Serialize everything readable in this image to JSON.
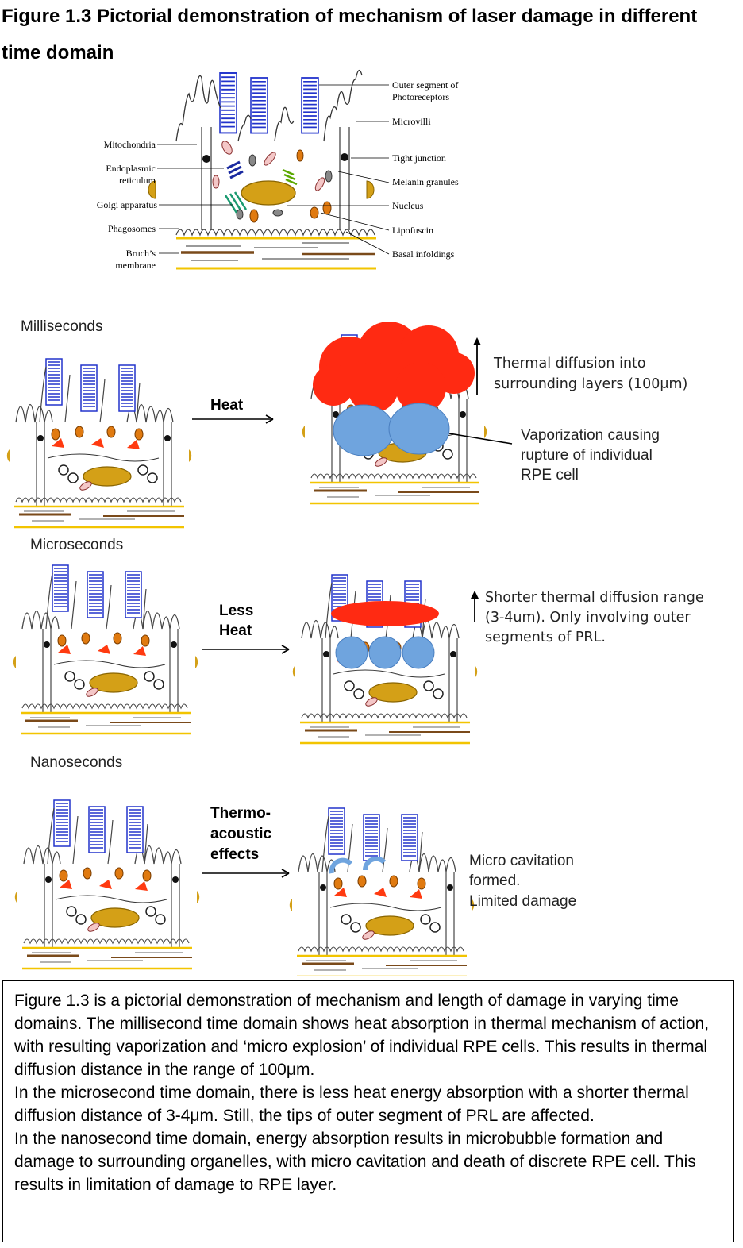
{
  "figure": {
    "title": "Figure 1.3 Pictorial demonstration of mechanism of laser damage in different time domain"
  },
  "anatomy_labels": {
    "left": {
      "mitochondria": "Mitochondria",
      "endoplasmic_1": "Endoplasmic",
      "endoplasmic_2": "reticulum",
      "golgi": "Golgi apparatus",
      "phagosomes": "Phagosomes",
      "bruchs_1": "Bruch’s",
      "bruchs_2": "membrane"
    },
    "right": {
      "outer_segment_1": "Outer segment of",
      "outer_segment_2": "Photoreceptors",
      "microvilli": "Microvilli",
      "tight_junction": "Tight junction",
      "melanin": "Melanin granules",
      "nucleus": "Nucleus",
      "lipofuscin": "Lipofuscin",
      "basal": "Basal infoldings"
    }
  },
  "panels": {
    "milliseconds": {
      "heading": "Milliseconds",
      "arrow_label": "Heat",
      "note1_line1": "Thermal diffusion into",
      "note1_line2": "surrounding layers (100μm)",
      "note2_line1": "Vaporization causing",
      "note2_line2": "rupture of individual",
      "note2_line3": "RPE cell"
    },
    "microseconds": {
      "heading": "Microseconds",
      "arrow_label_1": "Less",
      "arrow_label_2": "Heat",
      "note_line1": "Shorter thermal diffusion range",
      "note_line2": "(3-4um). Only involving outer",
      "note_line3": "segments of PRL."
    },
    "nanoseconds": {
      "heading": "Nanoseconds",
      "arrow_label_1": "Thermo-",
      "arrow_label_2": "acoustic",
      "arrow_label_3": "effects",
      "note_line1": "Micro cavitation",
      "note_line2": "formed.",
      "note_line3": "Limited damage"
    }
  },
  "caption": {
    "para1": "Figure 1.3 is a pictorial demonstration of mechanism and length of damage in varying time domains. The millisecond time domain shows heat absorption in thermal mechanism of action, with resulting vaporization and ‘micro explosion’ of individual RPE cells. This results in thermal diffusion distance in the range of 100μm.",
    "para2": "In the microsecond time domain, there is less heat energy absorption with a shorter thermal diffusion distance of 3-4μm. Still, the tips of outer segment of PRL are affected.",
    "para3": "In the nanosecond time domain, energy absorption results in microbubble formation and damage to surrounding organelles, with micro cavitation and death of discrete RPE cell. This results in limitation of damage to RPE layer."
  },
  "colors": {
    "photoreceptor_blue": "#2233cc",
    "heat_red": "#ff2a12",
    "bubble_blue": "#6fa4de",
    "nucleus_gold": "#d4a017",
    "membrane_yellow": "#f2c400",
    "membrane_brown": "#7a4a1a",
    "organelle_orange": "#e07a10"
  }
}
